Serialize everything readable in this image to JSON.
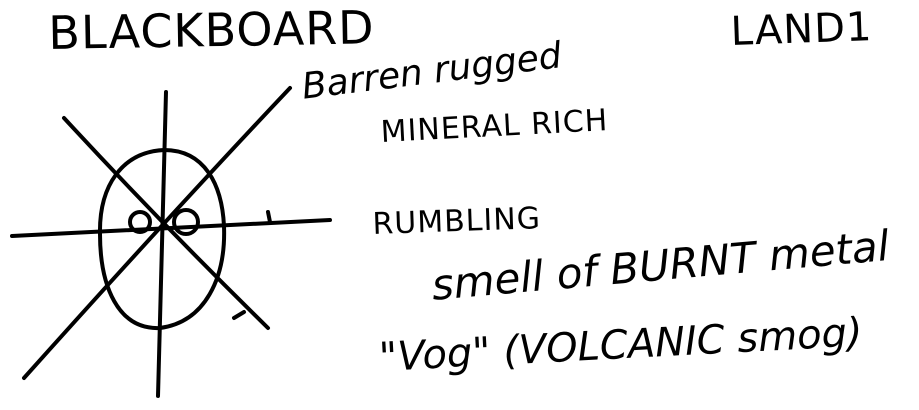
{
  "title": "BLACKBOARD",
  "tag": "LAND1",
  "notes": {
    "line1": "Barren rugged",
    "line2": "MINERAL RICH",
    "line3": "RUMBLING",
    "line4": "smell of BURNT metal",
    "line5": "\"Vog\" (VOLCANIC smog)"
  },
  "symbol": {
    "icon": "starburst-face-sigil",
    "ink_color": "#000000"
  }
}
